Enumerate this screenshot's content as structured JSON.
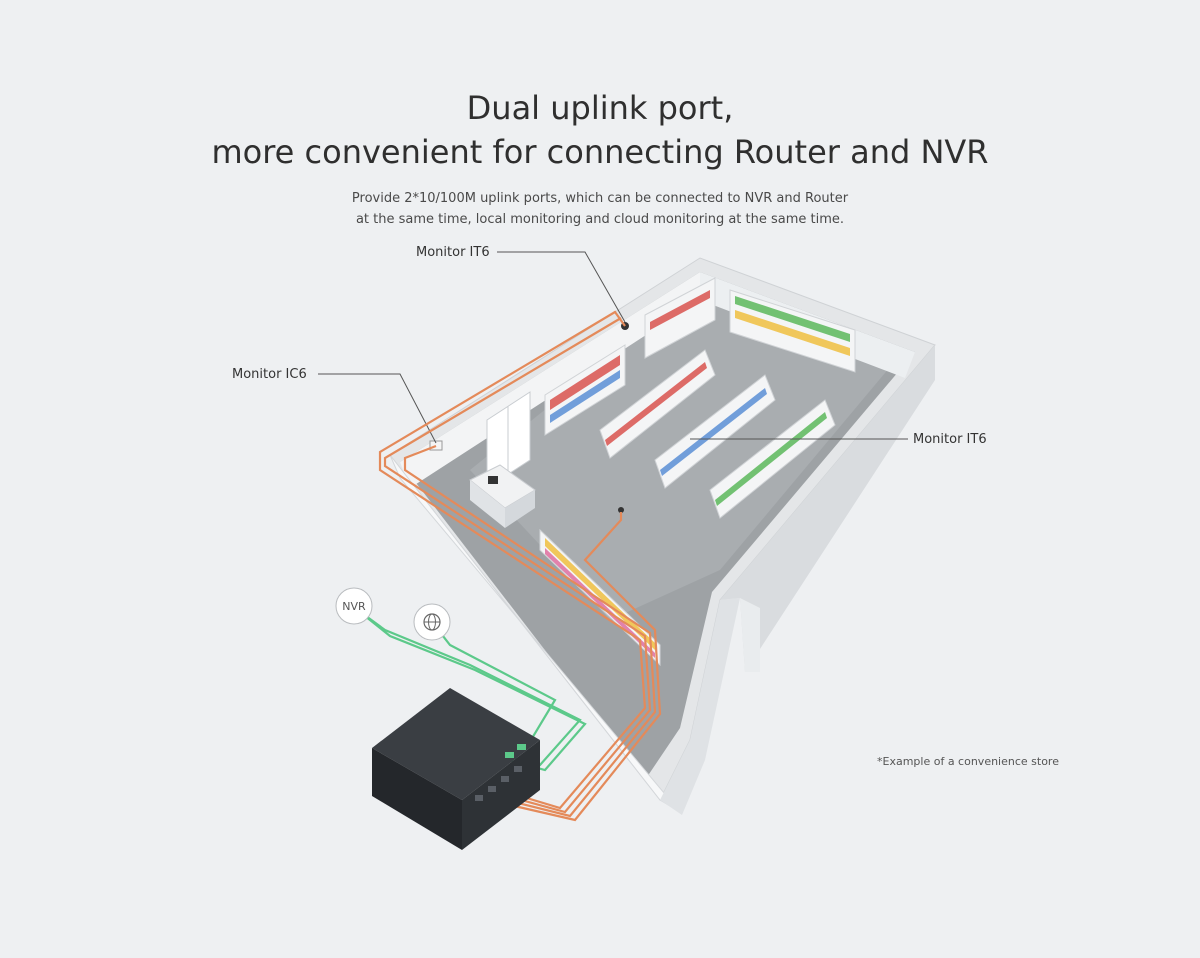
{
  "header": {
    "title_line1": "Dual uplink port,",
    "title_line2": "more convenient for connecting Router and NVR",
    "subtitle_line1": "Provide 2*10/100M uplink ports, which can be connected to NVR and Router",
    "subtitle_line2": "at the same time, local monitoring and cloud monitoring at the same time."
  },
  "labels": {
    "monitor_top": "Monitor  IT6",
    "monitor_left": "Monitor  IC6",
    "monitor_right": "Monitor  IT6",
    "nvr": "NVR"
  },
  "icons": {
    "router": "globe-icon"
  },
  "footnote": "*Example of a convenience store",
  "colors": {
    "background": "#eef0f2",
    "poe_cable": "#e48a5a",
    "uplink_cable": "#5cc98a",
    "switch_body": "#2c2f33"
  }
}
